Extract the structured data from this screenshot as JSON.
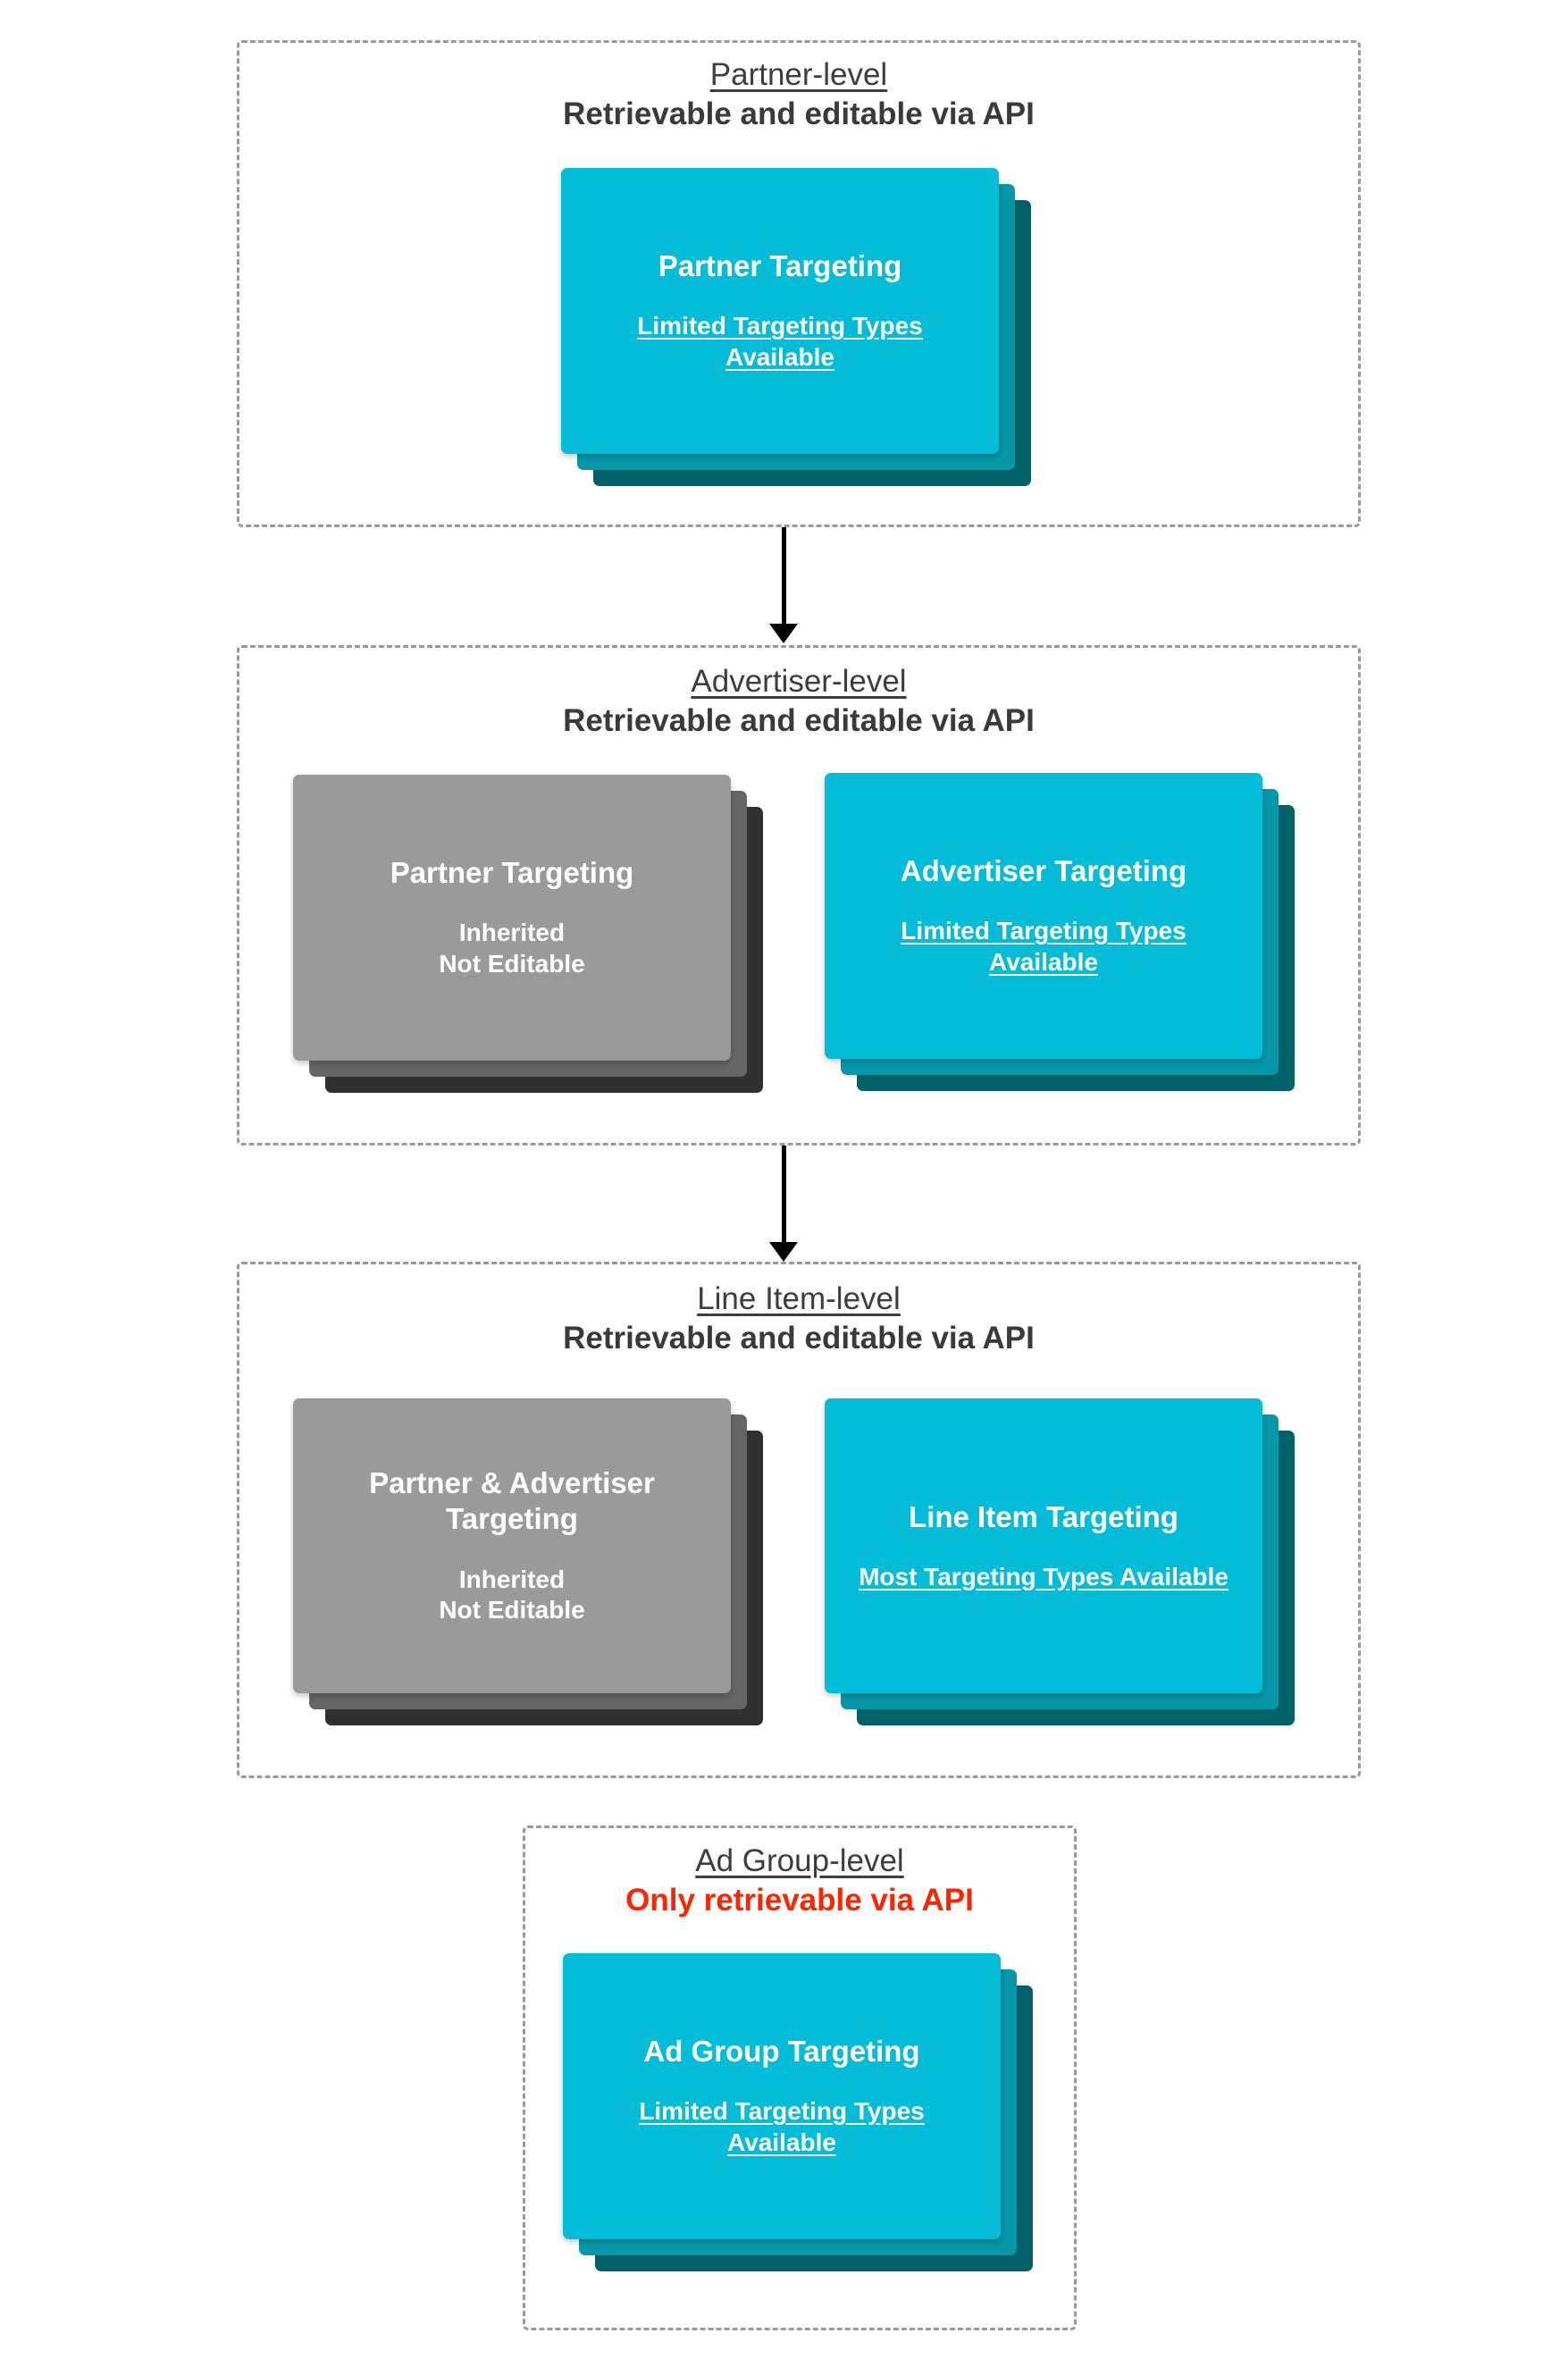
{
  "diagram": {
    "levels": [
      {
        "id": "partner-level",
        "title": "Partner-level",
        "subtitle": "Retrievable and editable via API",
        "subtitle_alert": false,
        "cards": [
          {
            "id": "partner-targeting",
            "title": "Partner Targeting",
            "note": "Limited Targeting Types Available",
            "note_underlined": true,
            "style": "cyan"
          }
        ]
      },
      {
        "id": "advertiser-level",
        "title": "Advertiser-level",
        "subtitle": "Retrievable and editable via API",
        "subtitle_alert": false,
        "cards": [
          {
            "id": "partner-targeting-inherited",
            "title": "Partner Targeting",
            "note": "Inherited\nNot Editable",
            "note_underlined": false,
            "style": "gray"
          },
          {
            "id": "advertiser-targeting",
            "title": "Advertiser Targeting",
            "note": "Limited Targeting Types Available",
            "note_underlined": true,
            "style": "cyan"
          }
        ]
      },
      {
        "id": "line-item-level",
        "title": "Line Item-level",
        "subtitle": "Retrievable and editable via API",
        "subtitle_alert": false,
        "cards": [
          {
            "id": "partner-advertiser-targeting-inherited",
            "title": "Partner & Advertiser Targeting",
            "note": "Inherited\nNot Editable",
            "note_underlined": false,
            "style": "gray"
          },
          {
            "id": "line-item-targeting",
            "title": "Line Item Targeting",
            "note": "Most Targeting Types Available",
            "note_underlined": true,
            "style": "cyan"
          }
        ]
      },
      {
        "id": "ad-group-level",
        "title": "Ad Group-level",
        "subtitle": "Only retrievable via API",
        "subtitle_alert": true,
        "cards": [
          {
            "id": "ad-group-targeting",
            "title": "Ad Group Targeting",
            "note": "Limited Targeting Types Available",
            "note_underlined": true,
            "style": "cyan"
          }
        ]
      }
    ],
    "colors": {
      "card_front_cyan": "#03bcd8",
      "card_mid_cyan": "#0697a9",
      "card_back_cyan": "#006268",
      "card_front_gray": "#9a9a9a",
      "card_mid_gray": "#666666",
      "card_back_gray": "#303030",
      "container_border": "#9a9a9a",
      "title_text": "#3d3d3d",
      "alert_text": "#ff2400",
      "card_text": "#ffffff",
      "arrow": "#000000",
      "background": "#ffffff"
    },
    "connectors": [
      {
        "id": "arrow-partner-to-advertiser",
        "from": "partner-level",
        "to": "advertiser-level"
      },
      {
        "id": "arrow-advertiser-to-line-item",
        "from": "advertiser-level",
        "to": "line-item-level"
      }
    ]
  }
}
